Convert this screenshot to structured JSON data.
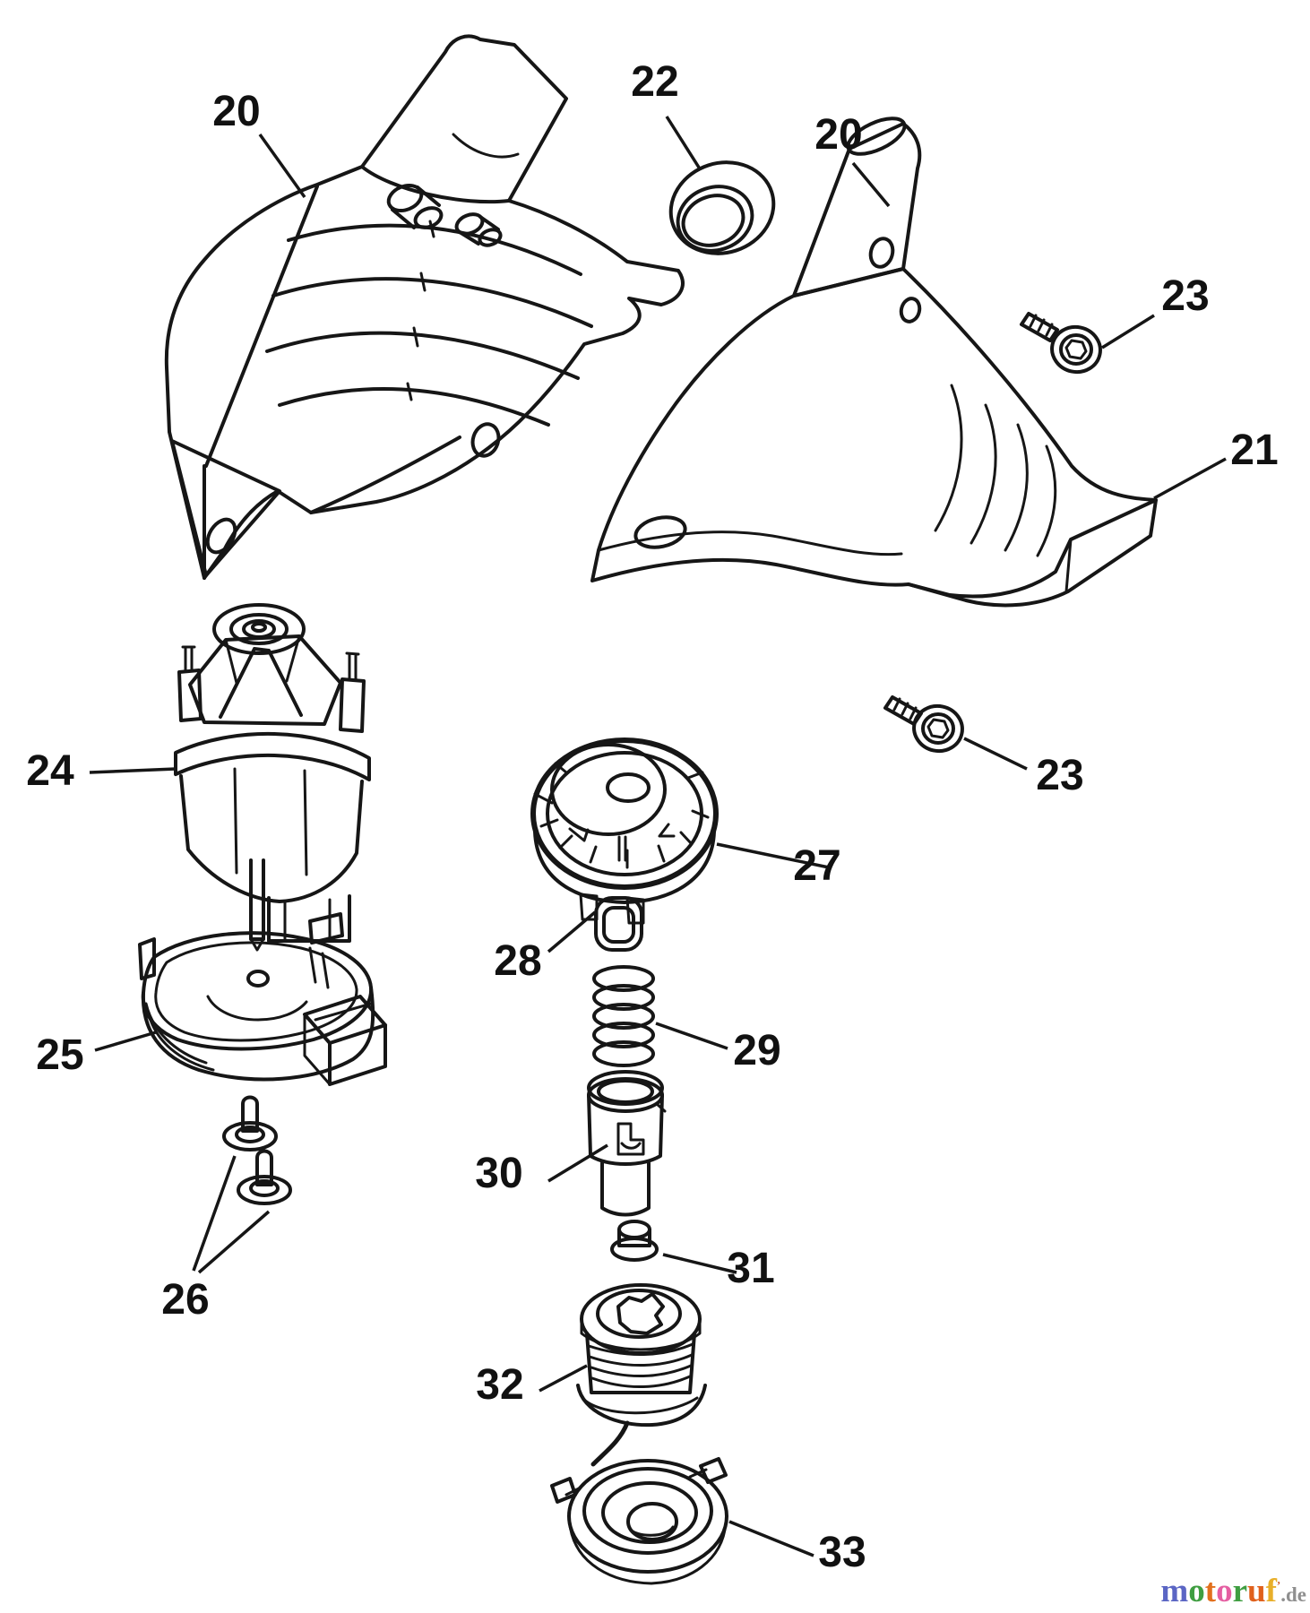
{
  "diagram": {
    "background": "#ffffff",
    "line_color": "#161616",
    "part_labels": [
      {
        "id": "20-left",
        "text": "20"
      },
      {
        "id": "22",
        "text": "22"
      },
      {
        "id": "20-right",
        "text": "20"
      },
      {
        "id": "23-top",
        "text": "23"
      },
      {
        "id": "21",
        "text": "21"
      },
      {
        "id": "24",
        "text": "24"
      },
      {
        "id": "23-bottom",
        "text": "23"
      },
      {
        "id": "27",
        "text": "27"
      },
      {
        "id": "28",
        "text": "28"
      },
      {
        "id": "25",
        "text": "25"
      },
      {
        "id": "29",
        "text": "29"
      },
      {
        "id": "30",
        "text": "30"
      },
      {
        "id": "31",
        "text": "31"
      },
      {
        "id": "26",
        "text": "26"
      },
      {
        "id": "32",
        "text": "32"
      },
      {
        "id": "33",
        "text": "33"
      }
    ]
  },
  "watermark": {
    "text": "motoruf.de",
    "letters": [
      {
        "char": "m",
        "color": "#5b66c4"
      },
      {
        "char": "o",
        "color": "#3f9e41"
      },
      {
        "char": "t",
        "color": "#e2701d"
      },
      {
        "char": "o",
        "color": "#e55fa2"
      },
      {
        "char": "r",
        "color": "#3f9e41"
      },
      {
        "char": "u",
        "color": "#e0611d"
      },
      {
        "char": "f",
        "color": "#e8af2a"
      },
      {
        "char": "’",
        "color": "#c95b2e"
      },
      {
        "char": ".de",
        "color": "#8f8f8f"
      }
    ]
  }
}
